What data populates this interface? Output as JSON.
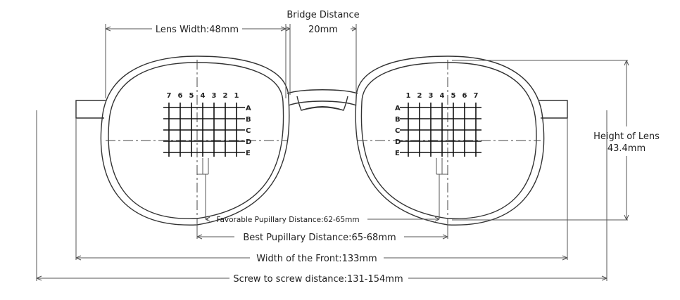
{
  "labels": {
    "lens_width": "Lens Width:48mm",
    "bridge_title": "Bridge Distance",
    "bridge_value": "20mm",
    "height_title": "Height of Lens",
    "height_value": "43.4mm",
    "favorable_pd": "Favorable Pupillary Distance:62-65mm",
    "best_pd": "Best Pupillary Distance:65-68mm",
    "front_width": "Width of the Front:133mm",
    "screw_distance": "Screw to screw distance:131-154mm"
  },
  "left_grid": {
    "columns": [
      "7",
      "6",
      "5",
      "4",
      "3",
      "2",
      "1"
    ],
    "rows": [
      "A",
      "B",
      "C",
      "D",
      "E"
    ]
  },
  "right_grid": {
    "columns": [
      "1",
      "2",
      "3",
      "4",
      "5",
      "6",
      "7"
    ],
    "rows": [
      "A",
      "B",
      "C",
      "D",
      "E"
    ]
  }
}
